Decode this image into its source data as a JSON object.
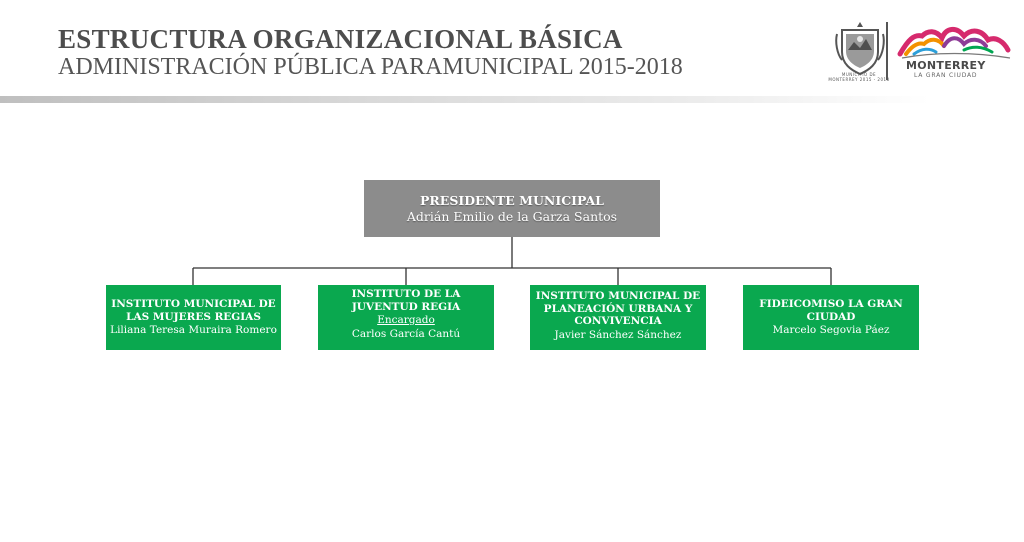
{
  "header": {
    "title": "ESTRUCTURA ORGANIZACIONAL BÁSICA",
    "subtitle": "ADMINISTRACIÓN PÚBLICA PARAMUNICIPAL 2015-2018"
  },
  "logos": {
    "seal_caption": "MUNICIPIO DE MONTERREY 2015 - 2018",
    "brand_name": "MONTERREY",
    "brand_tagline": "LA GRAN CIUDAD"
  },
  "org_chart": {
    "root": {
      "role": "PRESIDENTE MUNICIPAL",
      "person": "Adrián Emilio de la Garza Santos"
    },
    "children": [
      {
        "role": "INSTITUTO MUNICIPAL DE LAS MUJERES REGIAS",
        "person": "Liliana Teresa Muraira Romero"
      },
      {
        "role": "INSTITUTO DE LA JUVENTUD REGIA",
        "note": "Encargado",
        "person": "Carlos García Cantú"
      },
      {
        "role": "INSTITUTO MUNICIPAL DE PLANEACIÓN URBANA Y CONVIVENCIA",
        "person": "Javier Sánchez Sánchez"
      },
      {
        "role": "FIDEICOMISO LA GRAN CIUDAD",
        "person": "Marcelo Segovia Páez"
      }
    ]
  },
  "colors": {
    "root_box": "#8c8c8c",
    "child_box": "#0aa84f",
    "connector": "#333333",
    "title_text": "#4d4d4d"
  }
}
